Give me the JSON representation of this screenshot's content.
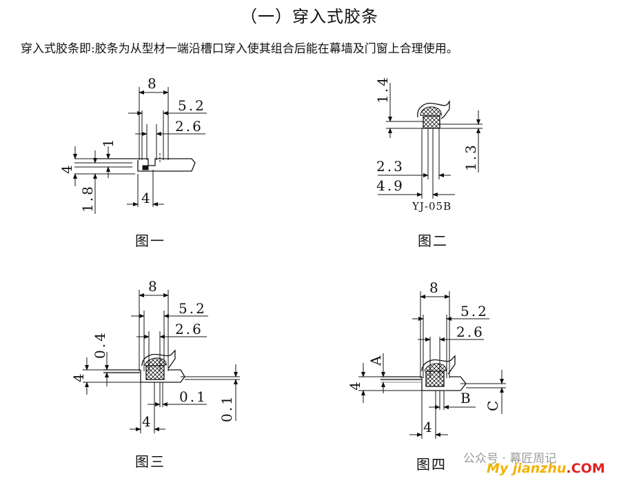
{
  "title": "（一）穿入式胶条",
  "intro": "穿入式胶条即:胶条为从型材一端沿槽口穿入使其组合后能在幕墙及门窗上合理使用。",
  "fig1": {
    "caption": "图一",
    "dims": {
      "w8": "8",
      "w52": "5.2",
      "w26": "2.6",
      "h1": "1",
      "h4": "4",
      "h18": "1.8",
      "b4": "4"
    }
  },
  "fig2": {
    "caption": "图二",
    "model": "YJ-05B",
    "dims": {
      "h14": "1.4",
      "h13": "1.3",
      "w23": "2.3",
      "w49": "4.9"
    }
  },
  "fig3": {
    "caption": "图三",
    "dims": {
      "w8": "8",
      "w52": "5.2",
      "w26": "2.6",
      "h04": "0.4",
      "h4": "4",
      "w01": "0.1",
      "v01": "0.1",
      "b4": "4"
    }
  },
  "fig4": {
    "caption": "图四",
    "dims": {
      "w8": "8",
      "w52": "5.2",
      "w26": "2.6",
      "A": "A",
      "h4": "4",
      "B": "B",
      "C": "C",
      "b4": "4"
    }
  },
  "watermark": {
    "text": "公众号 · 幕匠周记",
    "logo_main": "My jianzhu",
    "logo_dot": ".COM"
  }
}
